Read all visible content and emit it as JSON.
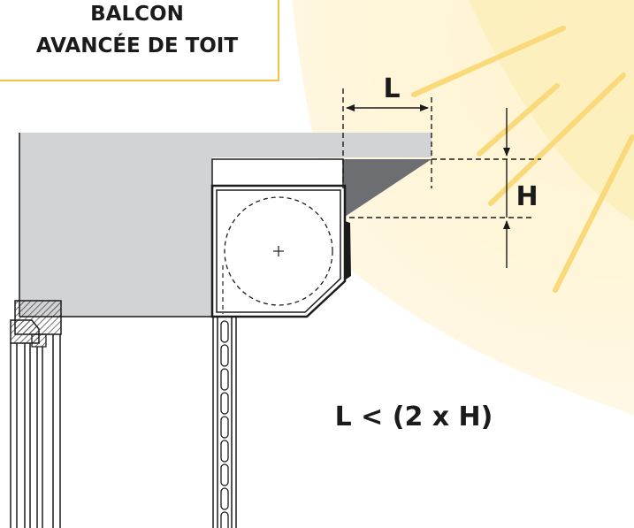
{
  "title": {
    "line1": "BALCON",
    "line2": "AVANCÉE DE TOIT"
  },
  "labels": {
    "length": "L",
    "height": "H",
    "formula": "L < (2 x H)"
  },
  "colors": {
    "title_border": "#f2c244",
    "sun_glow": "#fde9a8",
    "sun_ray": "#f9d97a",
    "roof_fill": "#d2d3d5",
    "shade_fill": "#6d6e71",
    "line": "#1b1b1b"
  }
}
